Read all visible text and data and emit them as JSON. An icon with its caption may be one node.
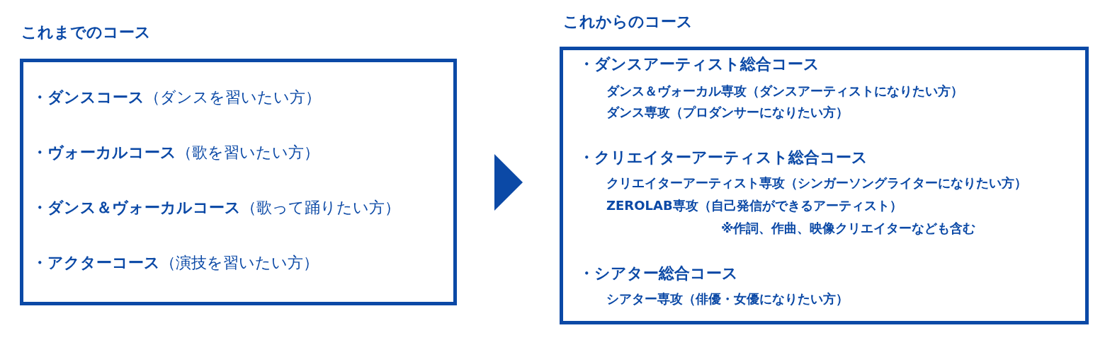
{
  "diagram": {
    "nodes": [
      {
        "text": [
          "これまでのコース",
          "**・ダンスコース**（ダンスを習いたい方）",
          "**・ヴォーカルコース**（歌を習いたい方）",
          "**・ダンス＆ヴォーカルコース**（歌って踊りたい方）",
          "**・アクターコース**（演技を習いたい方）"
        ]
      },
      {
        "text": [
          "これからのコース",
          "・ダンスアーティスト総合コース",
          "ダンス＆ヴォーカル専攻（ダンスアーティストになりたい方）",
          "ダンス専攻（プロダンサーになりたい方）",
          "・クリエイターアーティスト総合コース",
          "クリエイターアーティスト専攻（シンガーソングライターになりたい方）",
          "ZEROLAB専攻（自己発信ができるアーティスト）",
          "※作詞、作曲、映像クリエイターなども含む",
          "・シアター総合コース",
          "シアター専攻（俳優・女優になりたい方）"
        ]
      }
    ],
    "edges": [
      {
        "from": 0,
        "to": 1,
        "arrow": "to"
      }
    ]
  }
}
